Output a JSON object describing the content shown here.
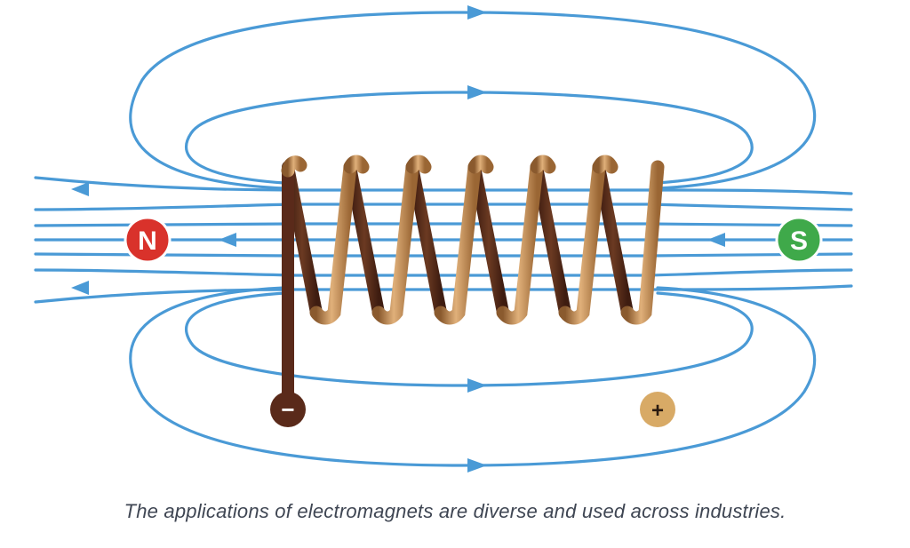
{
  "diagram": {
    "north_pole_label": "N",
    "south_pole_label": "S",
    "negative_terminal_label": "−",
    "positive_terminal_label": "+",
    "colors": {
      "field_lines": "#4a9ad6",
      "north_pole": "#d9322b",
      "south_pole": "#3fa94a",
      "coil_copper": "#c8924f",
      "coil_dark_lead": "#5a2a1a",
      "positive_terminal": "#d8aa66"
    }
  },
  "caption": "The applications of electromagnets are diverse and used across industries."
}
